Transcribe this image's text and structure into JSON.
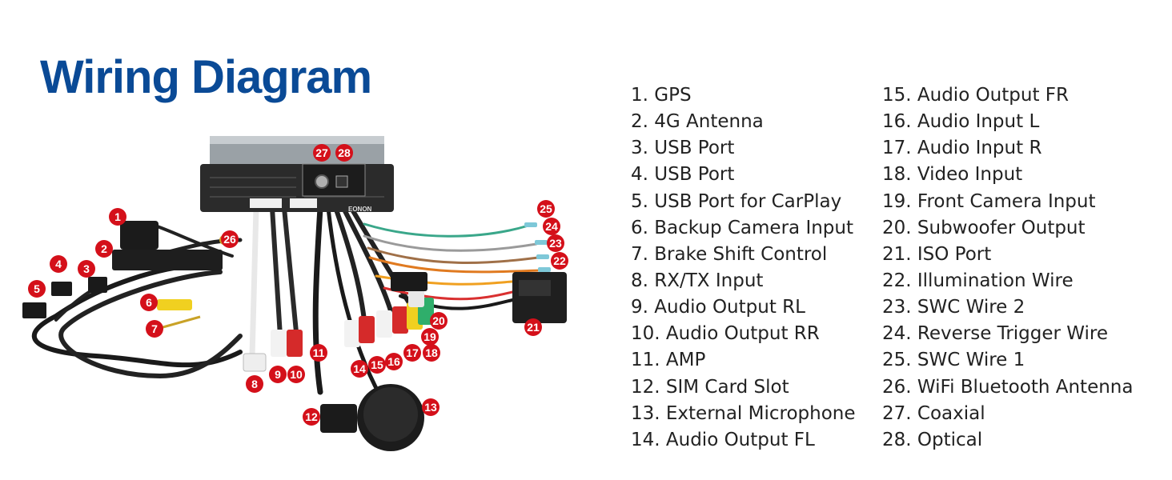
{
  "title": "Wiring Diagram",
  "brand": "EONON",
  "colors": {
    "title": "#0a4a96",
    "badge": "#d4101a"
  },
  "callouts": [
    "1",
    "2",
    "3",
    "4",
    "5",
    "6",
    "7",
    "8",
    "9",
    "10",
    "11",
    "12",
    "13",
    "14",
    "15",
    "16",
    "17",
    "18",
    "19",
    "20",
    "21",
    "22",
    "23",
    "24",
    "25",
    "26",
    "27",
    "28"
  ],
  "legend_left": [
    "1. GPS",
    "2. 4G Antenna",
    "3. USB Port",
    "4. USB Port",
    "5. USB Port for CarPlay",
    "6. Backup Camera Input",
    "7. Brake Shift Control",
    "8. RX/TX Input",
    "9. Audio Output RL",
    "10. Audio Output RR",
    "11. AMP",
    "12. SIM Card Slot",
    "13. External Microphone",
    "14. Audio Output FL"
  ],
  "legend_right": [
    "15. Audio Output FR",
    "16. Audio Input L",
    "17. Audio Input R",
    "18. Video Input",
    "19. Front Camera Input",
    "20. Subwoofer Output",
    "21. ISO Port",
    "22. Illumination Wire",
    "23. SWC Wire 2",
    "24. Reverse Trigger Wire",
    "25. SWC Wire 1",
    "26. WiFi Bluetooth  Antenna",
    "27. Coaxial",
    "28. Optical"
  ]
}
